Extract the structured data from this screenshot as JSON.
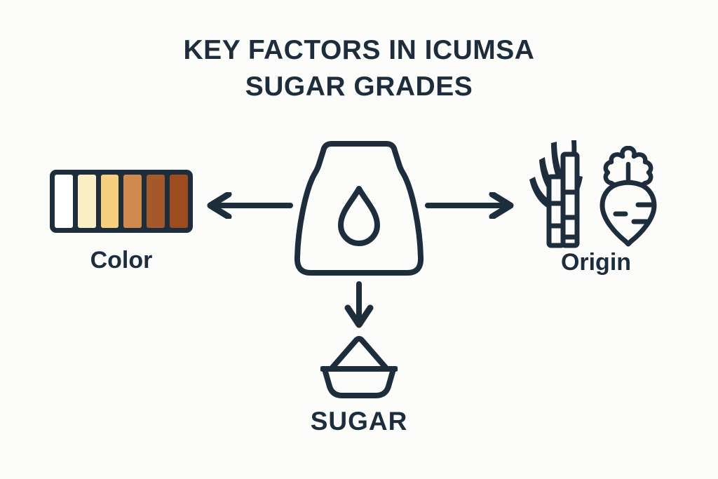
{
  "theme": {
    "ink": "#1e2d3b",
    "background": "#fcfcfa"
  },
  "title": {
    "line1": "KEY FACTORS IN ICUMSA",
    "line2": "SUGAR GRADES"
  },
  "center_icon": "sugar-bag-with-droplet",
  "factors": {
    "color": {
      "label": "Color",
      "swatches": [
        "#ffffff",
        "#f9eec6",
        "#f7d07e",
        "#d18a4d",
        "#a5592b",
        "#9d4c1e"
      ]
    },
    "origin": {
      "label": "Origin",
      "icons": [
        "sugarcane",
        "sugar-beet"
      ]
    },
    "sugar": {
      "label": "SUGAR",
      "icon": "sugar-bowl"
    }
  }
}
